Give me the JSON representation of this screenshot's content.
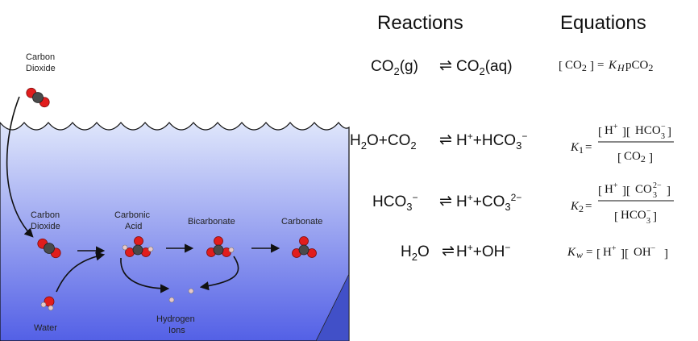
{
  "headers": {
    "reactions": "Reactions",
    "equations": "Equations"
  },
  "diagram": {
    "labels": {
      "co2_air_line1": "Carbon",
      "co2_air_line2": "Dioxide",
      "co2_water_line1": "Carbon",
      "co2_water_line2": "Dioxide",
      "carbonic_line1": "Carbonic",
      "carbonic_line2": "Acid",
      "bicarbonate": "Bicarbonate",
      "carbonate": "Carbonate",
      "water": "Water",
      "hydrogen_line1": "Hydrogen",
      "hydrogen_line2": "Ions"
    },
    "colors": {
      "ocean_top": "#dfe6fb",
      "ocean_bottom": "#5360e6",
      "oxygen": "#e11d1d",
      "carbon": "#4a4a4a",
      "hydrogen": "#e8c8c8"
    }
  },
  "reactions": [
    {
      "left": [
        {
          "t": "CO"
        },
        {
          "t": "2",
          "sub": true
        },
        {
          "t": "(g)"
        }
      ],
      "arrow": "⇌",
      "right": [
        {
          "t": "CO"
        },
        {
          "t": "2",
          "sub": true
        },
        {
          "t": "(aq)"
        }
      ]
    },
    {
      "left": [
        {
          "t": "H"
        },
        {
          "t": "2",
          "sub": true
        },
        {
          "t": "O+CO"
        },
        {
          "t": "2",
          "sub": true
        }
      ],
      "arrow": "⇌",
      "right": [
        {
          "t": "H"
        },
        {
          "t": "+",
          "sup": true
        },
        {
          "t": "+HCO"
        },
        {
          "t": "3",
          "sub": true
        },
        {
          "t": "−",
          "sup": true
        }
      ]
    },
    {
      "left": [
        {
          "t": "HCO"
        },
        {
          "t": "3",
          "sub": true
        },
        {
          "t": "−",
          "sup": true
        }
      ],
      "arrow": "⇌",
      "right": [
        {
          "t": "H"
        },
        {
          "t": "+",
          "sup": true
        },
        {
          "t": "+CO"
        },
        {
          "t": "3",
          "sub": true
        },
        {
          "t": "2−",
          "sup": true
        }
      ]
    },
    {
      "left": [
        {
          "t": "H"
        },
        {
          "t": "2",
          "sub": true
        },
        {
          "t": "O"
        }
      ],
      "arrow": "⇌",
      "right": [
        {
          "t": " H"
        },
        {
          "t": "+",
          "sup": true
        },
        {
          "t": "+OH"
        },
        {
          "t": "−",
          "sup": true
        }
      ]
    }
  ],
  "equations": {
    "henry": {
      "lhs_species": "CO",
      "lhs_sub": "2",
      "equals": "=",
      "k": "K",
      "k_sub": "H",
      "p": "p",
      "gas": "CO",
      "gas_sub": "2"
    },
    "k1": {
      "k": "K",
      "k_sub": "1",
      "equals": "=",
      "num_a": "H",
      "num_a_sup": "+",
      "num_b": "HCO",
      "num_b_sub": "3",
      "num_b_sup": "−",
      "den": "CO",
      "den_sub": "2"
    },
    "k2": {
      "k": "K",
      "k_sub": "2",
      "equals": "=",
      "num_a": "H",
      "num_a_sup": "+",
      "num_b": "CO",
      "num_b_sub": "3",
      "num_b_sup": "2−",
      "den": "HCO",
      "den_sub": "3",
      "den_sup": "−"
    },
    "kw": {
      "k": "K",
      "k_sub": "w",
      "equals": "=",
      "a": "H",
      "a_sup": "+",
      "b": "OH",
      "b_sup": "−"
    }
  }
}
